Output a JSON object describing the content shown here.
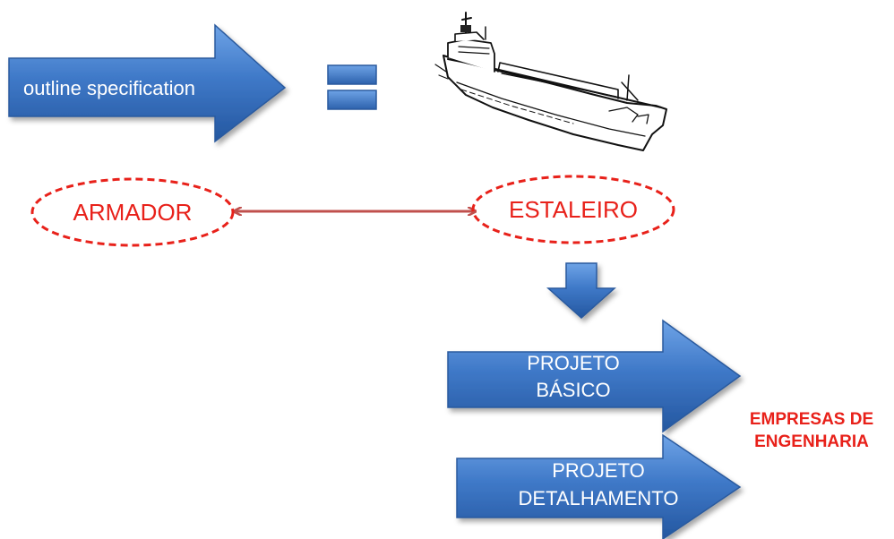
{
  "arrows": {
    "outline": "outline specification",
    "basico_line1": "PROJETO",
    "basico_line2": "BÁSICO",
    "detalhamento_line1": "PROJETO",
    "detalhamento_line2": "DETALHAMENTO"
  },
  "ellipses": {
    "armador": "ARMADOR",
    "estaleiro": "ESTALEIRO"
  },
  "side_label": {
    "line1": "EMPRESAS DE",
    "line2": "ENGENHARIA"
  },
  "colors": {
    "arrow_fill": "#3f79c8",
    "arrow_dark": "#2a5a9e",
    "red": "#e8211a",
    "connector": "#c0504d"
  },
  "icons": {
    "ship": "cargo-ship-illustration"
  }
}
